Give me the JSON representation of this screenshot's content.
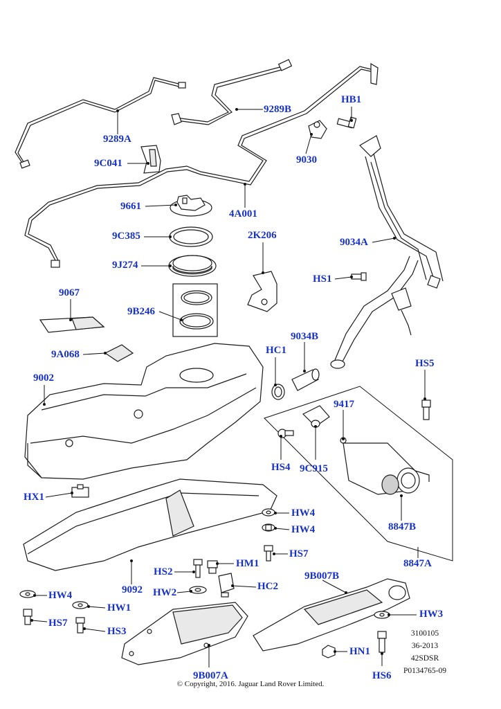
{
  "labels": {
    "p9289A": "9289A",
    "p9289B": "9289B",
    "pHB1": "HB1",
    "p9C041": "9C041",
    "p9030": "9030",
    "p9661": "9661",
    "p4A001": "4A001",
    "p9C385": "9C385",
    "p2K206": "2K206",
    "p9034A": "9034A",
    "p9J274": "9J274",
    "pHS1": "HS1",
    "p9067": "9067",
    "p9B246": "9B246",
    "p9034B": "9034B",
    "pHC1": "HC1",
    "p9A068": "9A068",
    "pHS5": "HS5",
    "p9002": "9002",
    "p9417": "9417",
    "pHS4": "HS4",
    "p9C915": "9C915",
    "pHX1": "HX1",
    "pHW4a": "HW4",
    "pHW4b": "HW4",
    "p8847B": "8847B",
    "pHS7a": "HS7",
    "p8847A": "8847A",
    "pHM1": "HM1",
    "pHS2": "HS2",
    "p9B007B": "9B007B",
    "pHC2": "HC2",
    "p9092": "9092",
    "pHW2": "HW2",
    "pHW4c": "HW4",
    "pHW1": "HW1",
    "pHW3": "HW3",
    "pHS7b": "HS7",
    "pHS3": "HS3",
    "pHN1": "HN1",
    "pHS6": "HS6",
    "p9B007A": "9B007A"
  },
  "reference": {
    "line1": "3100105",
    "line2": "36-2013",
    "line3": "42SDSR",
    "line4": "P0134765-09"
  },
  "copyright": "© Copyright, 2016. Jaguar Land Rover Limited.",
  "colors": {
    "label": "#1631c8",
    "line": "#1a1a1a",
    "background": "#ffffff"
  }
}
